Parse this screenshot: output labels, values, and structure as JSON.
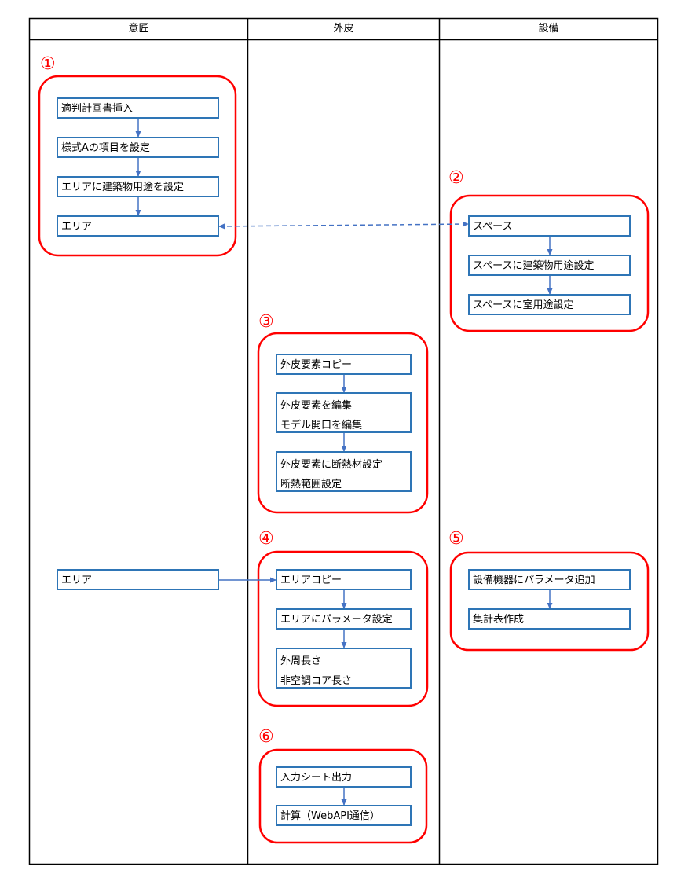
{
  "columns": {
    "design": "意匠",
    "envelope": "外皮",
    "equipment": "設備"
  },
  "groups": [
    {
      "number": "①"
    },
    {
      "number": "②"
    },
    {
      "number": "③"
    },
    {
      "number": "④"
    },
    {
      "number": "⑤"
    },
    {
      "number": "⑥"
    }
  ],
  "boxes": {
    "g1_1": "適判計画書挿入",
    "g1_2": "様式Aの項目を設定",
    "g1_3": "エリアに建築物用途を設定",
    "g1_4": "エリア",
    "g2_1": "スペース",
    "g2_2": "スペースに建築物用途設定",
    "g2_3": "スペースに室用途設定",
    "g3_1": "外皮要素コピー",
    "g3_2a": "外皮要素を編集",
    "g3_2b": "モデル開口を編集",
    "g3_3a": "外皮要素に断熱材設定",
    "g3_3b": "断熱範囲設定",
    "area_src": "エリア",
    "g4_1": "エリアコピー",
    "g4_2": "エリアにパラメータ設定",
    "g4_3a": "外周長さ",
    "g4_3b": "非空調コア長さ",
    "g5_1": "設備機器にパラメータ追加",
    "g5_2": "集計表作成",
    "g6_1": "入力シート出力",
    "g6_2": "計算（WebAPI通信）"
  },
  "colors": {
    "box_border": "#2e75b6",
    "arrow": "#4472c4",
    "group_border": "#ff0000",
    "number": "#ff0000",
    "grid": "#000000"
  }
}
